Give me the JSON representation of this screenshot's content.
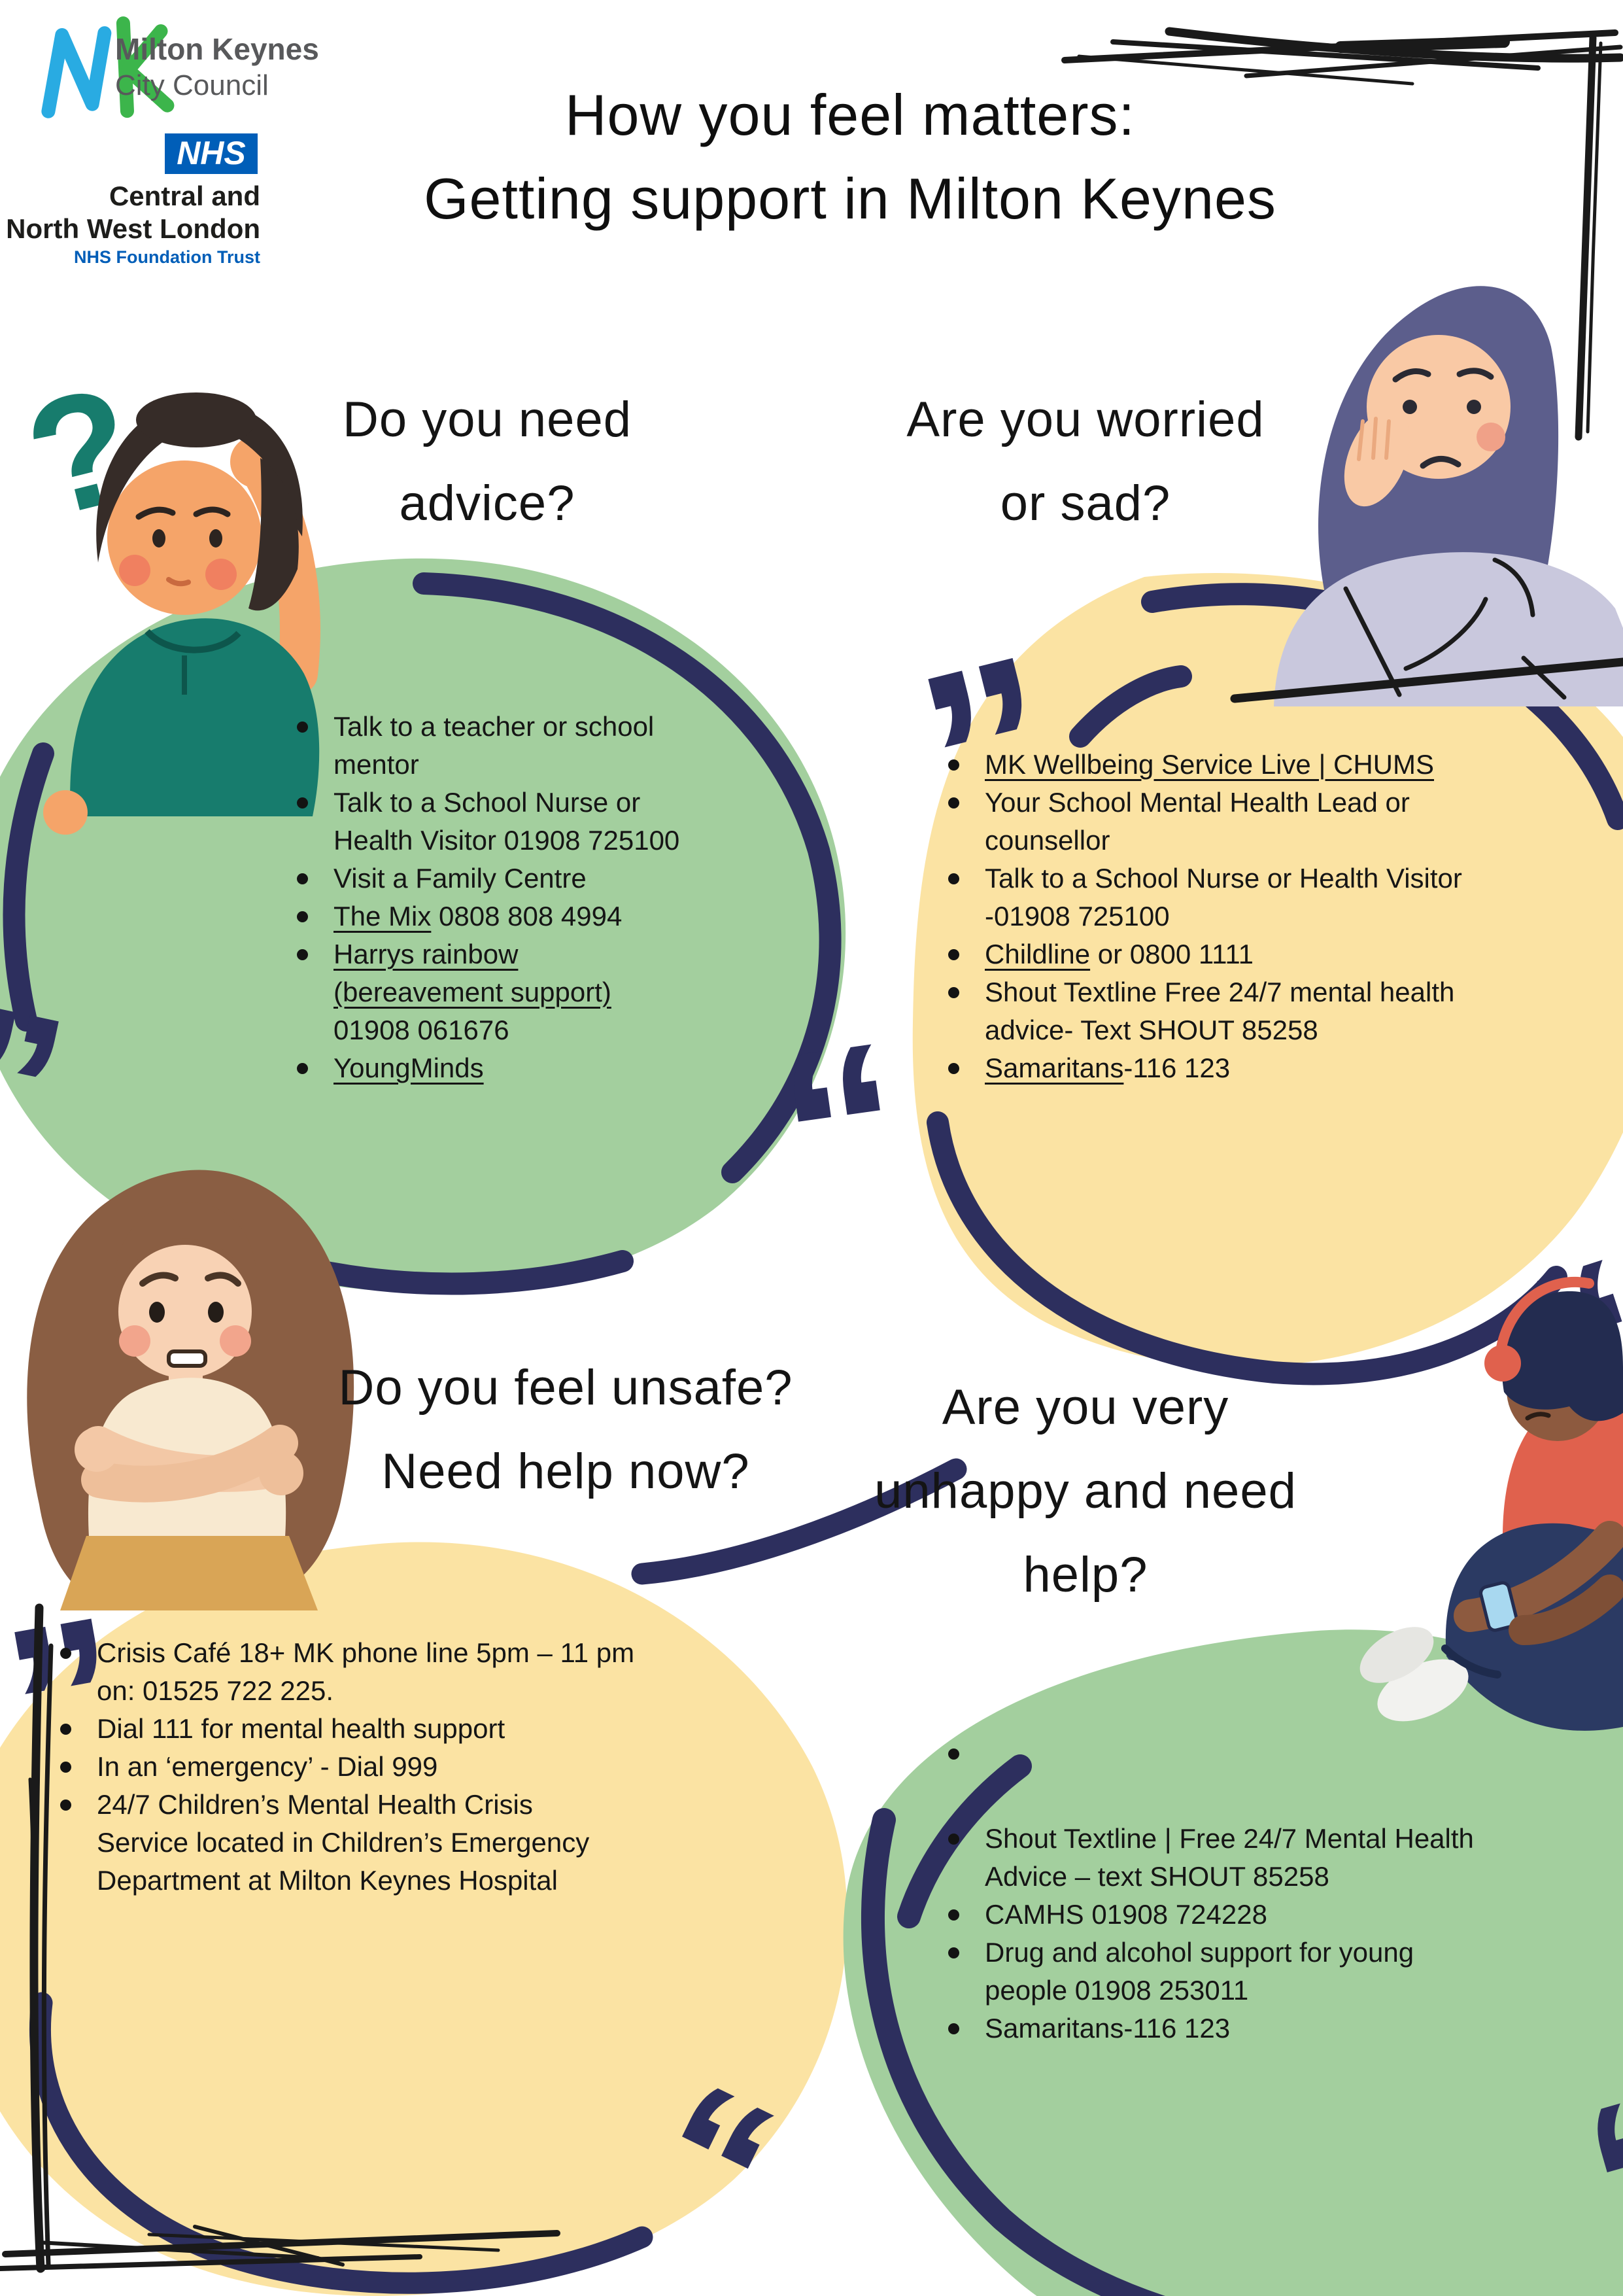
{
  "poster": {
    "title_line1": "How you feel matters:",
    "title_line2": "Getting support in Milton Keynes"
  },
  "logos": {
    "council": {
      "name": "Milton Keynes",
      "sub": "City Council"
    },
    "nhs": {
      "acronym": "NHS",
      "line1": "Central and",
      "line2": "North West London",
      "line3": "NHS Foundation Trust"
    }
  },
  "sections": {
    "advice": {
      "heading1": "Do you need",
      "heading2": "advice?",
      "items": [
        [
          "Talk to a teacher or school",
          "mentor"
        ],
        [
          "Talk to a School Nurse or",
          "Health Visitor 01908 725100"
        ],
        [
          "Visit a Family Centre"
        ],
        [
          [
            {
              "t": "The Mix",
              "u": true
            },
            {
              "t": " 0808 808 4994"
            }
          ]
        ],
        [
          [
            {
              "t": "Harrys rainbow",
              "u": true
            }
          ],
          [
            {
              "t": "(bereavement support)",
              "u": true
            }
          ],
          [
            "01908 061676"
          ]
        ],
        [
          [
            {
              "t": "YoungMinds",
              "u": true
            }
          ]
        ]
      ]
    },
    "worried": {
      "heading1": "Are you worried",
      "heading2": "or sad?",
      "items": [
        [
          [
            {
              "t": "MK Wellbeing Service Live | CHUMS",
              "u": true
            }
          ]
        ],
        [
          "Your School Mental Health Lead or",
          "counsellor"
        ],
        [
          "Talk to a School Nurse or Health Visitor",
          "-01908 725100"
        ],
        [
          [
            {
              "t": "Childline",
              "u": true
            },
            {
              "t": " or 0800 1111"
            }
          ]
        ],
        [
          "Shout Textline Free 24/7 mental health",
          "advice- Text SHOUT 85258"
        ],
        [
          [
            {
              "t": "Samaritans",
              "u": true
            },
            {
              "t": "-116 123"
            }
          ]
        ]
      ]
    },
    "unsafe": {
      "heading1": "Do you feel unsafe?",
      "heading2": "Need help now?",
      "items": [
        [
          "Crisis Café 18+ MK phone line 5pm – 11 pm",
          "on: 01525 722 225."
        ],
        [
          "Dial 111 for mental health support"
        ],
        [
          "In an ‘emergency’ - Dial 999"
        ],
        [
          "24/7 Children’s Mental Health Crisis",
          "Service located in Children’s Emergency",
          "Department at Milton Keynes Hospital"
        ]
      ]
    },
    "unhappy": {
      "heading1": "Are you very",
      "heading2": "unhappy and need",
      "heading3": "help?",
      "items": [
        [
          ""
        ],
        [
          "Shout Textline | Free 24/7 Mental Health",
          "Advice – text SHOUT 85258"
        ],
        [
          "CAMHS 01908 724228"
        ],
        [
          "Drug and alcohol support for young",
          "people 01908 253011"
        ],
        [
          "Samaritans-116 123"
        ]
      ]
    }
  },
  "colors": {
    "green_blob": "#a3cf9e",
    "yellow_blob": "#fbe3a3",
    "navy": "#2d2f5e",
    "ink": "#1a1a1a",
    "nhs_blue": "#005EB8",
    "council_gray": "#58595b",
    "mk_blue": "#29abe2",
    "mk_green": "#3cb54b"
  }
}
